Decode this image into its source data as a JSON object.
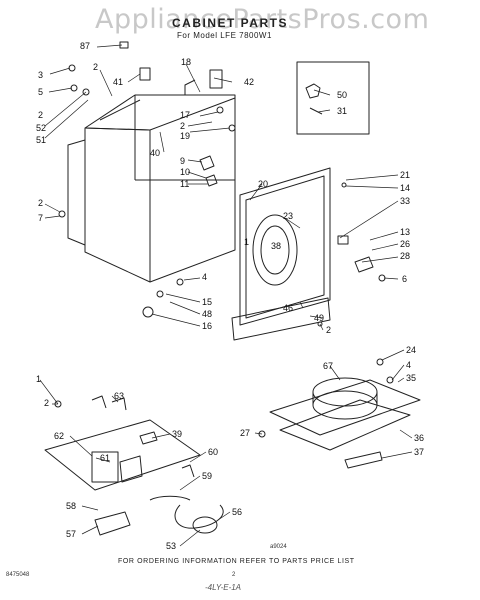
{
  "watermark": "AppliancePartsPros.com",
  "title": "CABINET PARTS",
  "model_line": "For Model LFE 7800W1",
  "footer": "FOR ORDERING INFORMATION REFER TO PARTS PRICE LIST",
  "doc_code": "8475048",
  "page_mark": "2",
  "figure_code": "a9024",
  "handwritten_mark": "-4LY-E-1A",
  "callouts": [
    {
      "id": "c87",
      "text": "87"
    },
    {
      "id": "c3",
      "text": "3"
    },
    {
      "id": "c5",
      "text": "5"
    },
    {
      "id": "c2a",
      "text": "2"
    },
    {
      "id": "c41",
      "text": "41"
    },
    {
      "id": "c18",
      "text": "18"
    },
    {
      "id": "c42",
      "text": "42"
    },
    {
      "id": "c2b",
      "text": "2"
    },
    {
      "id": "c52",
      "text": "52"
    },
    {
      "id": "c51",
      "text": "51"
    },
    {
      "id": "c17",
      "text": "17"
    },
    {
      "id": "c2c",
      "text": "2"
    },
    {
      "id": "c19",
      "text": "19"
    },
    {
      "id": "c40",
      "text": "40"
    },
    {
      "id": "c50",
      "text": "50"
    },
    {
      "id": "c31",
      "text": "31"
    },
    {
      "id": "c9",
      "text": "9"
    },
    {
      "id": "c10",
      "text": "10"
    },
    {
      "id": "c11",
      "text": "11"
    },
    {
      "id": "c20",
      "text": "20"
    },
    {
      "id": "c21",
      "text": "21"
    },
    {
      "id": "c14",
      "text": "14"
    },
    {
      "id": "c33",
      "text": "33"
    },
    {
      "id": "c2d",
      "text": "2"
    },
    {
      "id": "c7",
      "text": "7"
    },
    {
      "id": "c23",
      "text": "23"
    },
    {
      "id": "c1",
      "text": "1"
    },
    {
      "id": "c38",
      "text": "38"
    },
    {
      "id": "c13",
      "text": "13"
    },
    {
      "id": "c26",
      "text": "26"
    },
    {
      "id": "c28",
      "text": "28"
    },
    {
      "id": "c6",
      "text": "6"
    },
    {
      "id": "c4a",
      "text": "4"
    },
    {
      "id": "c15",
      "text": "15"
    },
    {
      "id": "c48",
      "text": "48"
    },
    {
      "id": "c16",
      "text": "16"
    },
    {
      "id": "c46",
      "text": "46"
    },
    {
      "id": "c49",
      "text": "49"
    },
    {
      "id": "c2e",
      "text": "2"
    },
    {
      "id": "c24",
      "text": "24"
    },
    {
      "id": "c67",
      "text": "67"
    },
    {
      "id": "c4b",
      "text": "4"
    },
    {
      "id": "c35",
      "text": "35"
    },
    {
      "id": "c27",
      "text": "27"
    },
    {
      "id": "c36",
      "text": "36"
    },
    {
      "id": "c37",
      "text": "37"
    },
    {
      "id": "c1b",
      "text": "1"
    },
    {
      "id": "c63",
      "text": "63"
    },
    {
      "id": "c2f",
      "text": "2"
    },
    {
      "id": "c62",
      "text": "62"
    },
    {
      "id": "c39",
      "text": "39"
    },
    {
      "id": "c61",
      "text": "61"
    },
    {
      "id": "c60",
      "text": "60"
    },
    {
      "id": "c59",
      "text": "59"
    },
    {
      "id": "c58",
      "text": "58"
    },
    {
      "id": "c56",
      "text": "56"
    },
    {
      "id": "c57",
      "text": "57"
    },
    {
      "id": "c53",
      "text": "53"
    }
  ]
}
